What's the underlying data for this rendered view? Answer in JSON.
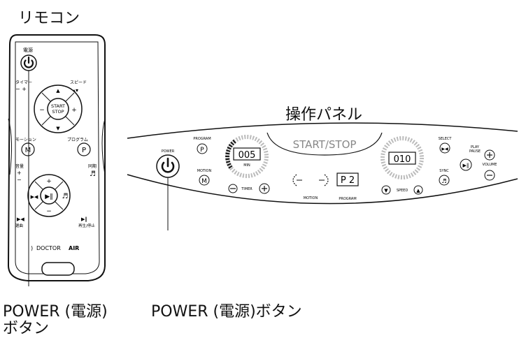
{
  "remote": {
    "title": "リモコン",
    "power_label": "電源",
    "timer_label": "タイマー",
    "timer_pm": "− +",
    "speed_label": "スピード",
    "start_stop": [
      "START",
      "STOP"
    ],
    "motion_label": "モーション",
    "program_label": "プログラム",
    "motion_letter": "M",
    "program_letter": "P",
    "volume_label": "音量",
    "sync_label": "同期",
    "select_label": "選曲",
    "play_label": "再生/停止",
    "brand_light": "DOCTOR",
    "brand_bold": "AIR",
    "callout": [
      "POWER (電源)",
      "ボタン"
    ]
  },
  "panel": {
    "title": "操作パネル",
    "power": "POWER",
    "program": "PROGRAM",
    "program_letter": "P",
    "motion": "MOTION",
    "motion_letter": "M",
    "timer_value": "005",
    "timer_unit": "MIN",
    "timer_label": "TIMER",
    "start_stop": "START/STOP",
    "motion_bottom": "MOTION",
    "program_value": "P 2",
    "program_bottom": "PROGRAM",
    "speed_value": "010",
    "speed_label": "SPEED",
    "select": "SELECT",
    "play": "PLAY",
    "pause": "PAUSE",
    "sync": "SYNC",
    "volume": "VOLUME",
    "callout": "POWER (電源)ボタン"
  }
}
